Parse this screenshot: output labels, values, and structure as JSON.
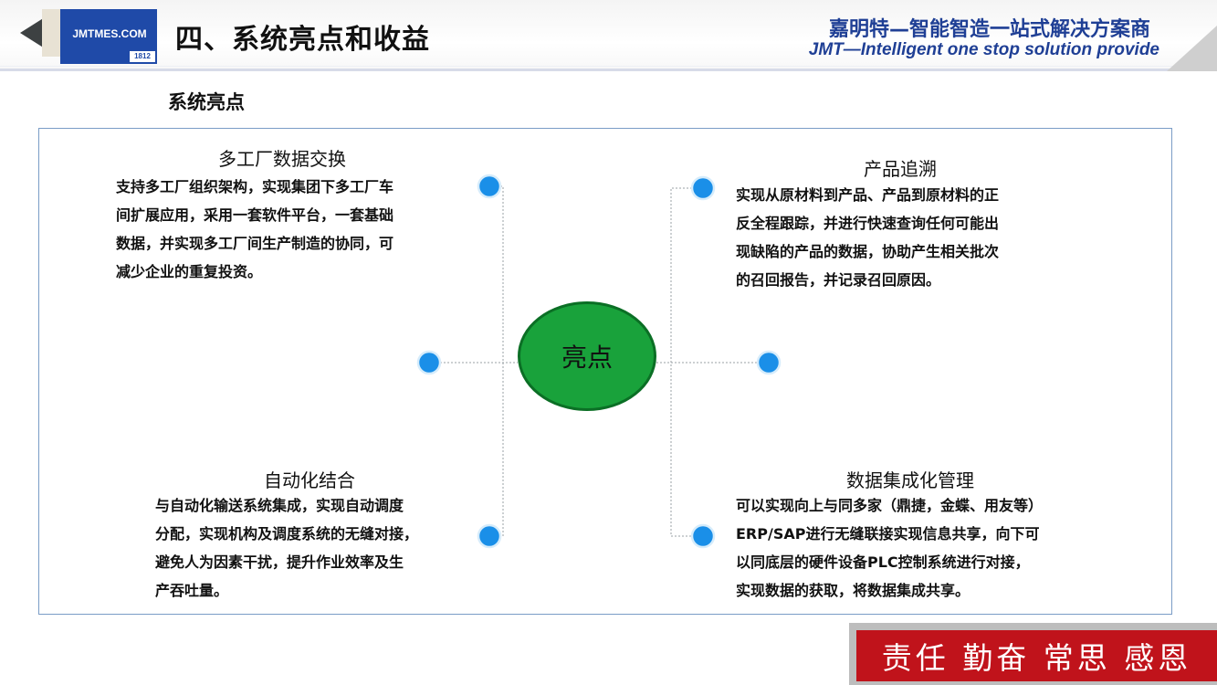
{
  "header": {
    "logo_text": "JMTMES.COM",
    "logo_year": "1812",
    "page_title": "四、系统亮点和收益",
    "company_cn": "嘉明特—智能智造一站式解决方案商",
    "company_en": "JMT—Intelligent one stop solution provide"
  },
  "section_title": "系统亮点",
  "center_label": "亮点",
  "blocks": {
    "top_left": {
      "heading": "多工厂数据交换",
      "lines": [
        "支持多工厂组织架构，实现集团下多工厂车",
        "间扩展应用，采用一套软件平台，一套基础",
        "数据，并实现多工厂间生产制造的协同，可",
        "减少企业的重复投资。"
      ]
    },
    "top_right": {
      "heading": "产品追溯",
      "lines": [
        "实现从原材料到产品、产品到原材料的正",
        "反全程跟踪，并进行快速查询任何可能出",
        "现缺陷的产品的数据，协助产生相关批次",
        "的召回报告，并记录召回原因。"
      ]
    },
    "bottom_left": {
      "heading": "自动化结合",
      "lines": [
        "与自动化输送系统集成，实现自动调度",
        "分配，实现机构及调度系统的无缝对接，",
        "避免人为因素干扰，提升作业效率及生",
        "产吞吐量。"
      ]
    },
    "bottom_right": {
      "heading": "数据集成化管理",
      "lines": [
        "可以实现向上与同多家（鼎捷，金蝶、用友等）",
        "ERP/SAP进行无缝联接实现信息共享，向下可",
        "以同底层的硬件设备PLC控制系统进行对接，",
        "实现数据的获取，将数据集成共享。"
      ]
    }
  },
  "footer_slogan": "责任 勤奋 常思 感恩",
  "colors": {
    "brand_blue": "#1f4aa8",
    "title_blue": "#1f3f95",
    "center_green": "#19a23b",
    "node_blue": "#1a8fe8",
    "footer_red": "#c0131b"
  }
}
